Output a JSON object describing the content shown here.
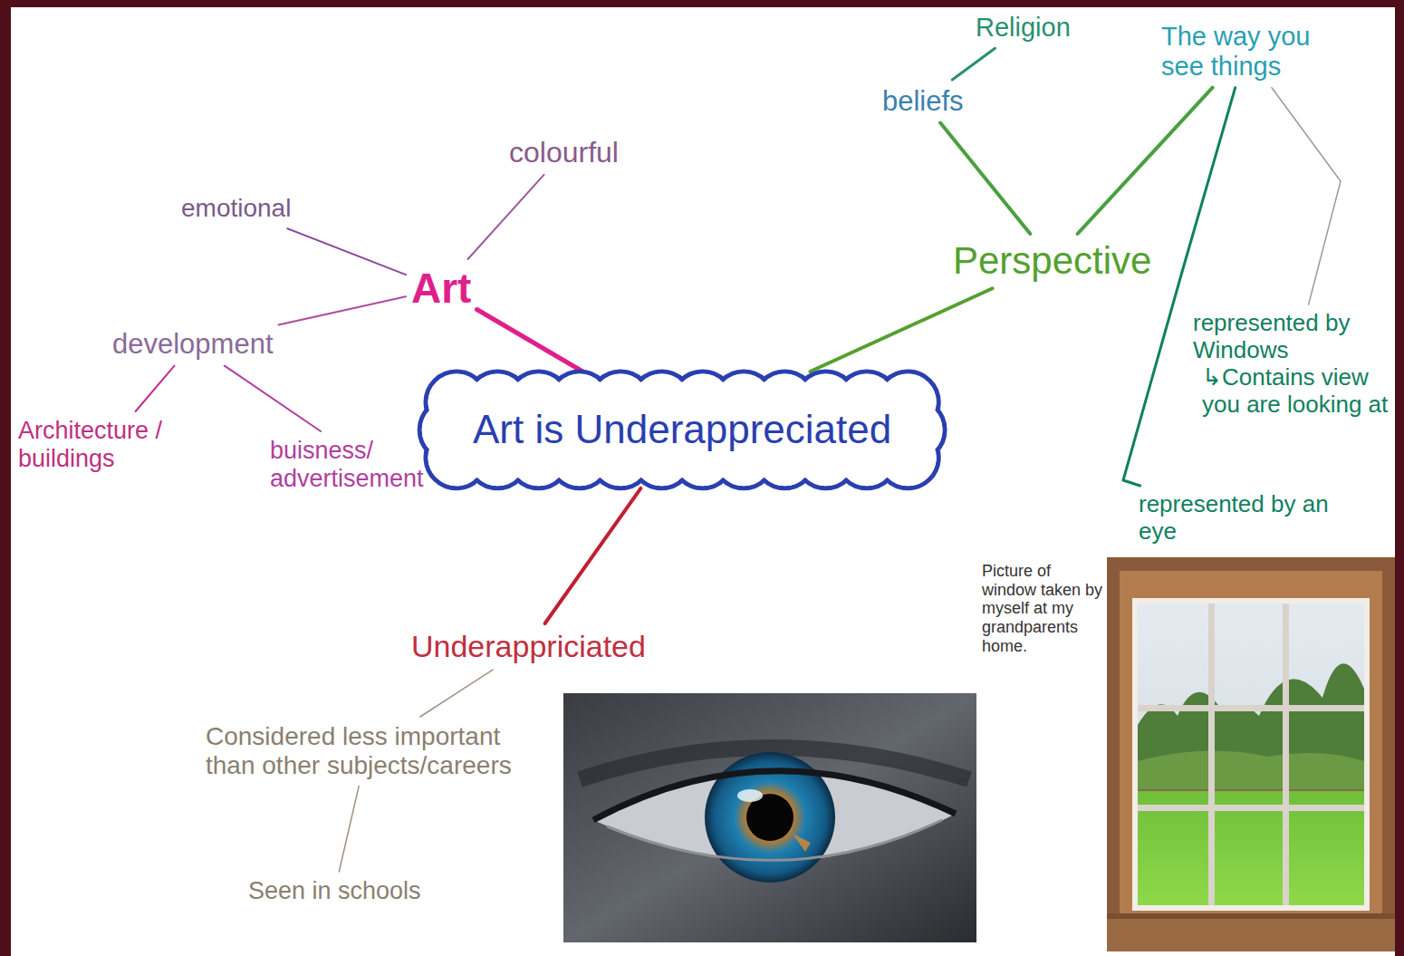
{
  "diagram": {
    "nodes": [
      {
        "text": [
          "Art is Underappreciated"
        ]
      },
      {
        "text": [
          "Art"
        ]
      },
      {
        "text": [
          "emotional"
        ]
      },
      {
        "text": [
          "colourful"
        ]
      },
      {
        "text": [
          "development"
        ]
      },
      {
        "text": [
          "Architecture / buildings"
        ]
      },
      {
        "text": [
          "buisness/ advertisement"
        ]
      },
      {
        "text": [
          "Perspective"
        ]
      },
      {
        "text": [
          "beliefs"
        ]
      },
      {
        "text": [
          "Religion"
        ]
      },
      {
        "text": [
          "The way you see things"
        ]
      },
      {
        "text": [
          "represented by Windows",
          "↳Contains view you are looking at"
        ]
      },
      {
        "text": [
          "represented by an eye"
        ]
      },
      {
        "text": [
          "Underappriciated"
        ]
      },
      {
        "text": [
          "Considered less important than other subjects/careers"
        ]
      },
      {
        "text": [
          "Seen in schools"
        ]
      }
    ],
    "edges": [
      {
        "from": 0,
        "to": 1,
        "arrow": "none"
      },
      {
        "from": 0,
        "to": 7,
        "arrow": "none"
      },
      {
        "from": 0,
        "to": 13,
        "arrow": "none"
      },
      {
        "from": 1,
        "to": 2,
        "arrow": "none"
      },
      {
        "from": 1,
        "to": 3,
        "arrow": "none"
      },
      {
        "from": 1,
        "to": 4,
        "arrow": "none"
      },
      {
        "from": 4,
        "to": 5,
        "arrow": "none"
      },
      {
        "from": 4,
        "to": 6,
        "arrow": "none"
      },
      {
        "from": 7,
        "to": 8,
        "arrow": "none"
      },
      {
        "from": 7,
        "to": 10,
        "arrow": "none"
      },
      {
        "from": 8,
        "to": 9,
        "arrow": "none"
      },
      {
        "from": 10,
        "to": 11,
        "arrow": "none"
      },
      {
        "from": 10,
        "to": 12,
        "arrow": "none"
      },
      {
        "from": 13,
        "to": 14,
        "arrow": "none"
      },
      {
        "from": 14,
        "to": 15,
        "arrow": "none"
      }
    ],
    "labels": [
      "Picture of window taken by myself at my grandparents home."
    ]
  }
}
